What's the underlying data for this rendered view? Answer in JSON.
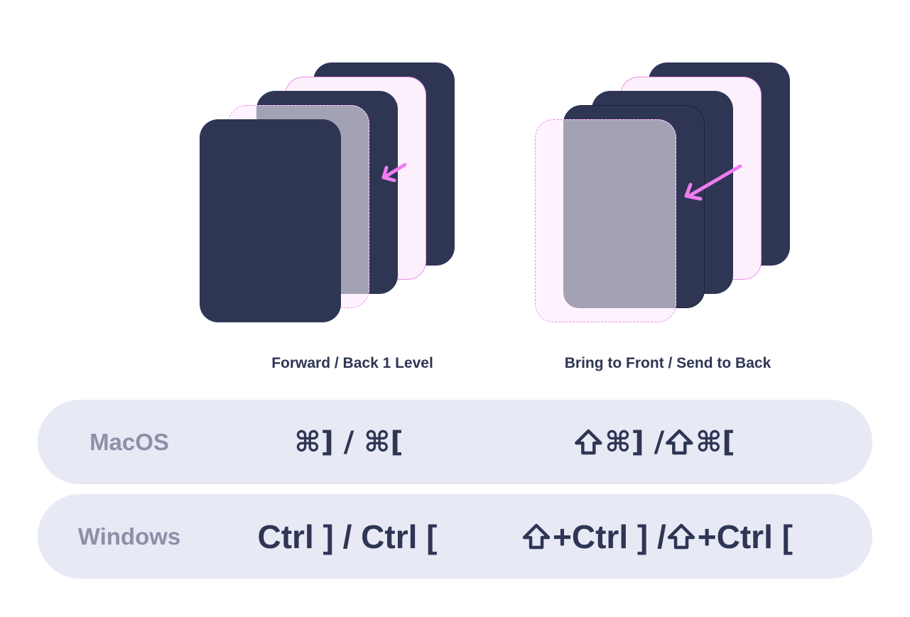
{
  "diagram": {
    "colors": {
      "navy": "#2e3654",
      "pink_fill": "#fdf0fd",
      "pink_border": "#ee8ef0",
      "overlay_gray": "#a3a2b4",
      "arrow": "#f07cf0",
      "row_bg": "#e7e9f5",
      "os_label": "#8d91a8"
    },
    "left_stack": {
      "caption": "Forward / Back 1 Level",
      "arrow": "arrow-down-left-icon"
    },
    "right_stack": {
      "caption": "Bring to Front / Send to Back",
      "arrow": "arrow-down-left-icon"
    }
  },
  "shortcuts": {
    "macos": {
      "label": "MacOS",
      "forward_back": "⌘] / ⌘[",
      "front_back": {
        "part1": "⌘] / ",
        "part2": "⌘["
      }
    },
    "windows": {
      "label": "Windows",
      "forward_back": "Ctrl ] / Ctrl [",
      "front_back": {
        "part1": "+Ctrl ] / ",
        "part2": "+Ctrl ["
      }
    },
    "shift_icon": "shift-key-icon"
  }
}
